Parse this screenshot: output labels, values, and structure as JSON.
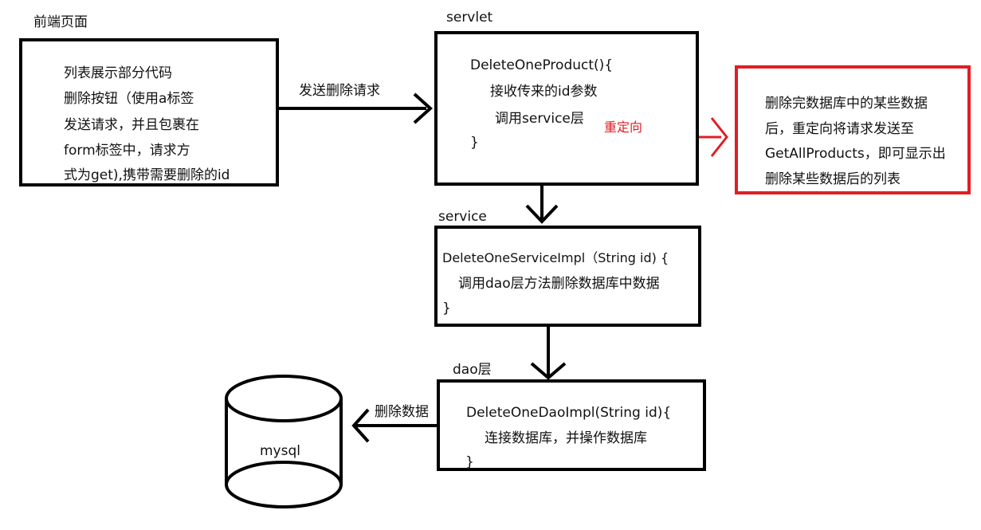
{
  "frontend": {
    "title": "前端页面",
    "lines": [
      "列表展示部分代码",
      "删除按钮（使用a标签",
      "发送请求，并且包裹在",
      "form标签中，请求方",
      "式为get),携带需要删除的id"
    ]
  },
  "edge_send": "发送删除请求",
  "servlet": {
    "title": "servlet",
    "lines": [
      "DeleteOneProduct(){",
      "接收传来的id参数",
      "调用service层",
      "}"
    ]
  },
  "edge_redirect": "重定向",
  "redirect_note": {
    "lines": [
      "删除完数据库中的某些数据",
      "后，重定向将请求发送至",
      "GetAllProducts，即可显示出",
      "删除某些数据后的列表"
    ]
  },
  "service": {
    "title": "service",
    "lines": [
      "DeleteOneServiceImpl（String id) {",
      "调用dao层方法删除数据库中数据",
      "}"
    ]
  },
  "dao": {
    "title": "dao层",
    "lines": [
      "DeleteOneDaoImpl(String id){",
      "连接数据库，并操作数据库",
      "}"
    ]
  },
  "edge_delete": "删除数据",
  "database": {
    "label": "mysql"
  },
  "colors": {
    "border": "#000000",
    "accent_red": "#e01e24"
  }
}
